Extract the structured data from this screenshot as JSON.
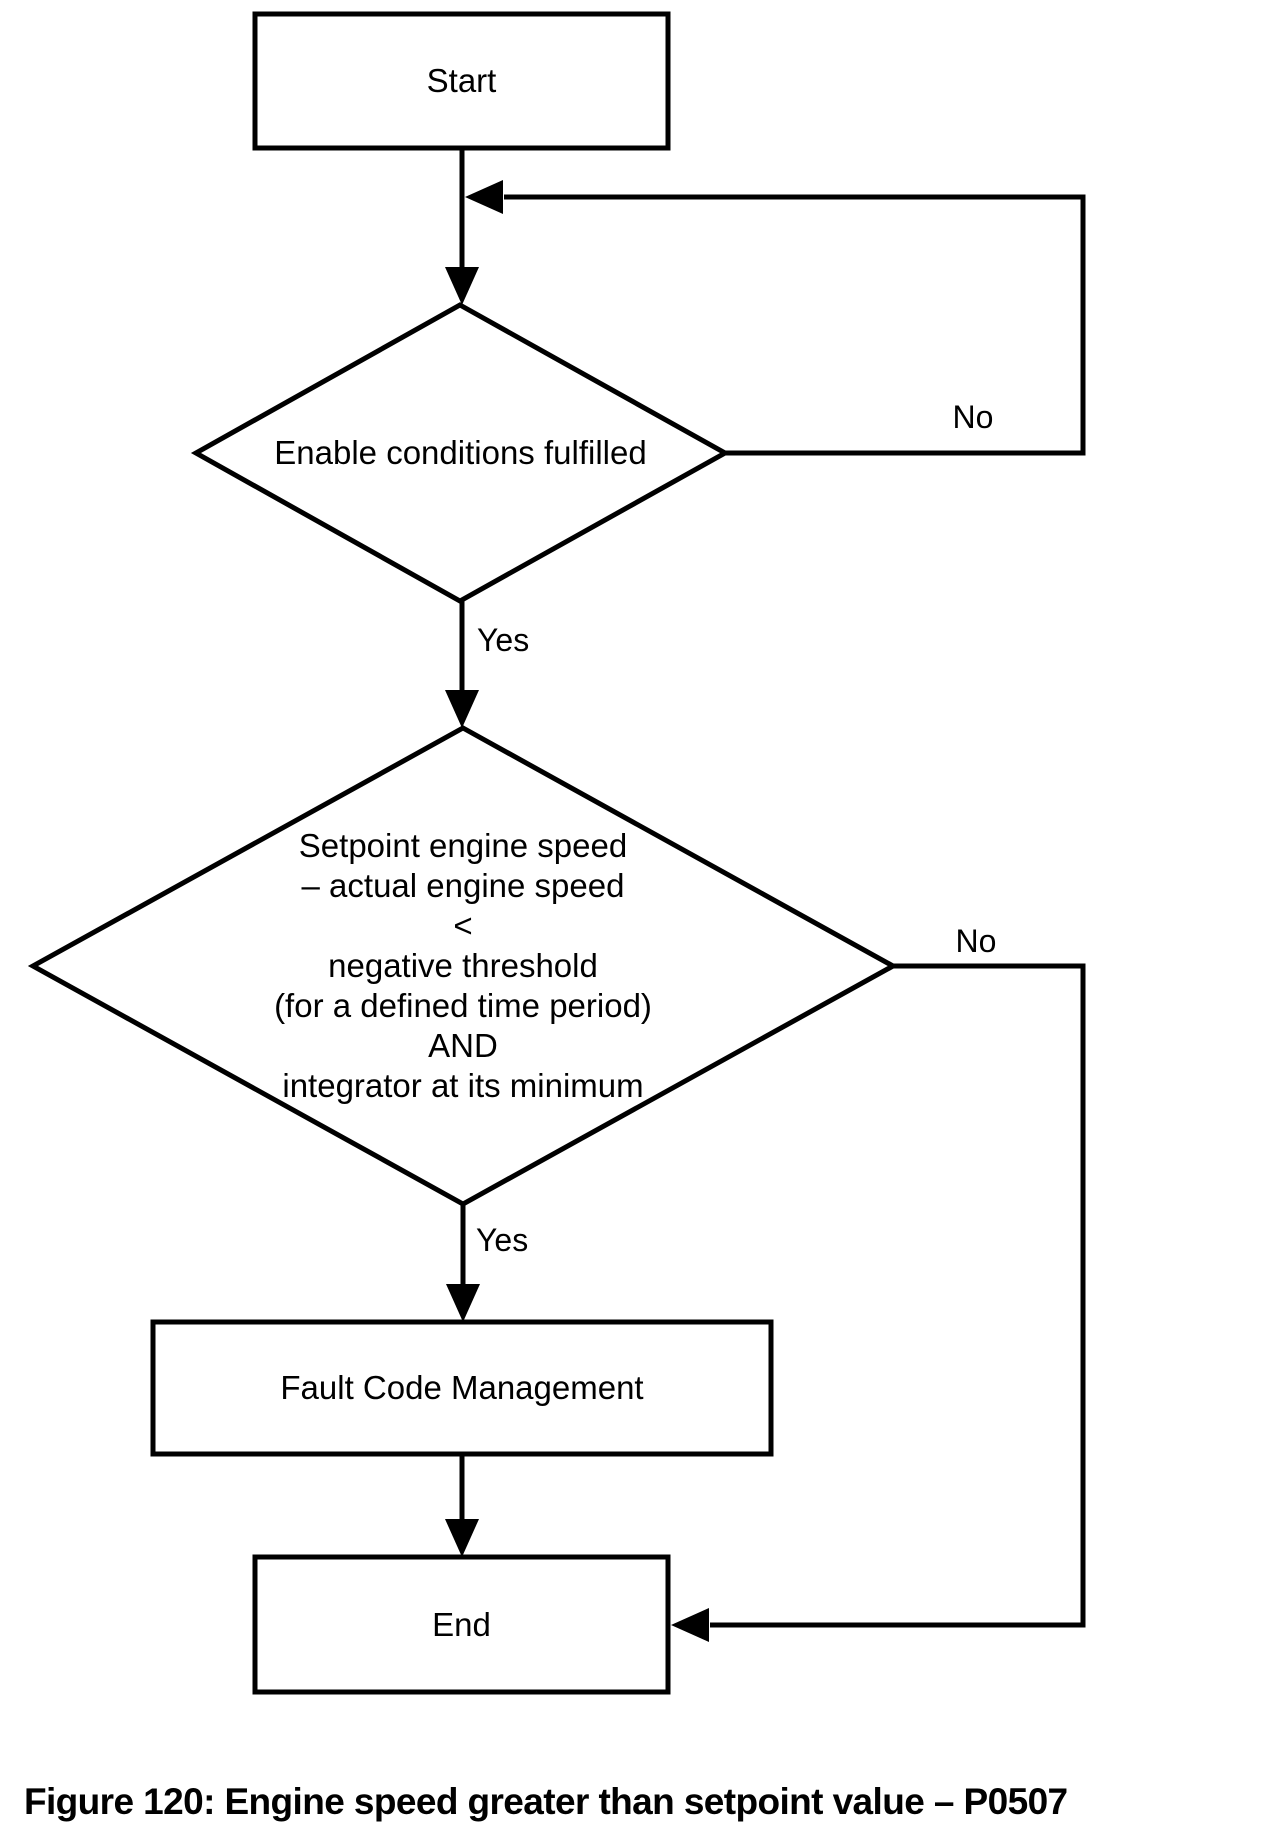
{
  "figure": {
    "caption": "Figure 120: Engine speed greater than setpoint value – P0507"
  },
  "nodes": {
    "start": {
      "label": "Start"
    },
    "decision1": {
      "label": "Enable conditions fulfilled"
    },
    "decision2": {
      "lines": [
        "Setpoint engine speed",
        "– actual engine speed",
        "<",
        "negative threshold",
        "(for a defined time period)",
        "AND",
        "integrator at its minimum"
      ]
    },
    "fault": {
      "label": "Fault Code Management"
    },
    "end": {
      "label": "End"
    }
  },
  "edges": {
    "decision1_no": "No",
    "decision1_yes": "Yes",
    "decision2_no": "No",
    "decision2_yes": "Yes"
  },
  "colors": {
    "stroke": "#000000",
    "background": "#ffffff"
  }
}
